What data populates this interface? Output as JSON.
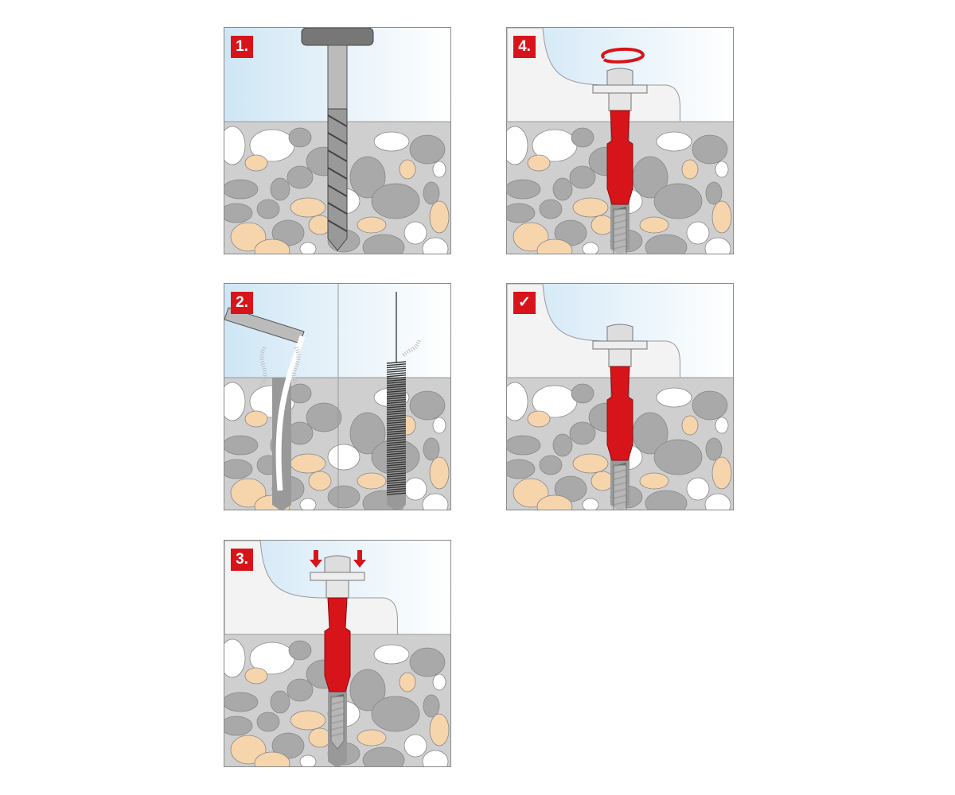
{
  "steps": [
    {
      "label": "1.",
      "action": "drill-hole"
    },
    {
      "label": "2.",
      "action": "clean-hole"
    },
    {
      "label": "3.",
      "action": "insert-anchor"
    },
    {
      "label": "4.",
      "action": "tighten-screw"
    },
    {
      "label": "✓",
      "action": "installed"
    }
  ],
  "colors": {
    "accent": "#d8141b",
    "anchor": "#d8141b",
    "sky": "#cfe6f5",
    "stone_bg": "#cfcfcf"
  }
}
